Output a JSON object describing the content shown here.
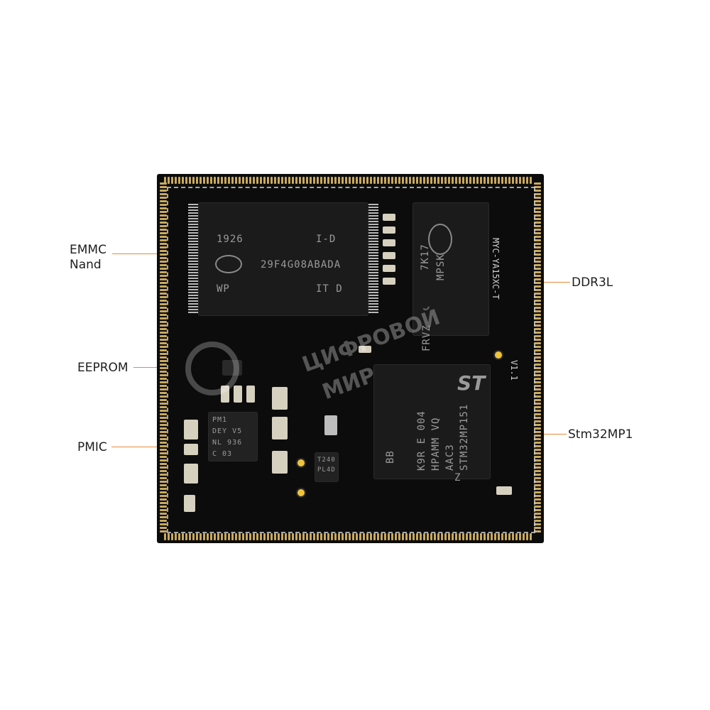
{
  "labels": {
    "emmc_line1": "EMMC",
    "emmc_line2": "Nand",
    "eeprom": "EEPROM",
    "pmic": "PMIC",
    "ddr3l": "DDR3L",
    "stm32mp1": "Stm32MP1"
  },
  "chips": {
    "nand": {
      "line1_left": "1926",
      "line1_right": "I-D",
      "line2": "29F4G08ABADA",
      "line3_left": "WP",
      "line3_right": "IT D"
    },
    "ddr": {
      "line1": "7K17",
      "line2": "MPSK",
      "line3": "FRVZ"
    },
    "soc": {
      "line1": "STM32MP151",
      "line2": "AAC3",
      "line3": "HPAMM VQ",
      "line4": "K9R  E  004",
      "line5": "Z",
      "line6": "BB"
    },
    "pmic": {
      "line1": "PM1",
      "line2": "DEY V5",
      "line3": "NL 936",
      "line4": "C 03"
    },
    "small": {
      "line1": "T240",
      "line2": "PL4D"
    }
  },
  "silkscreen": {
    "board_id": "MYC-YA15XC-T",
    "version": "V1.1"
  },
  "watermark": {
    "line1": "ЦИФРОВОЙ",
    "line2": "МИР"
  },
  "colors": {
    "board": "#0c0c0c",
    "pads": "#c9a960",
    "leader": "#e8893a",
    "label_text": "#1e1e1e"
  }
}
